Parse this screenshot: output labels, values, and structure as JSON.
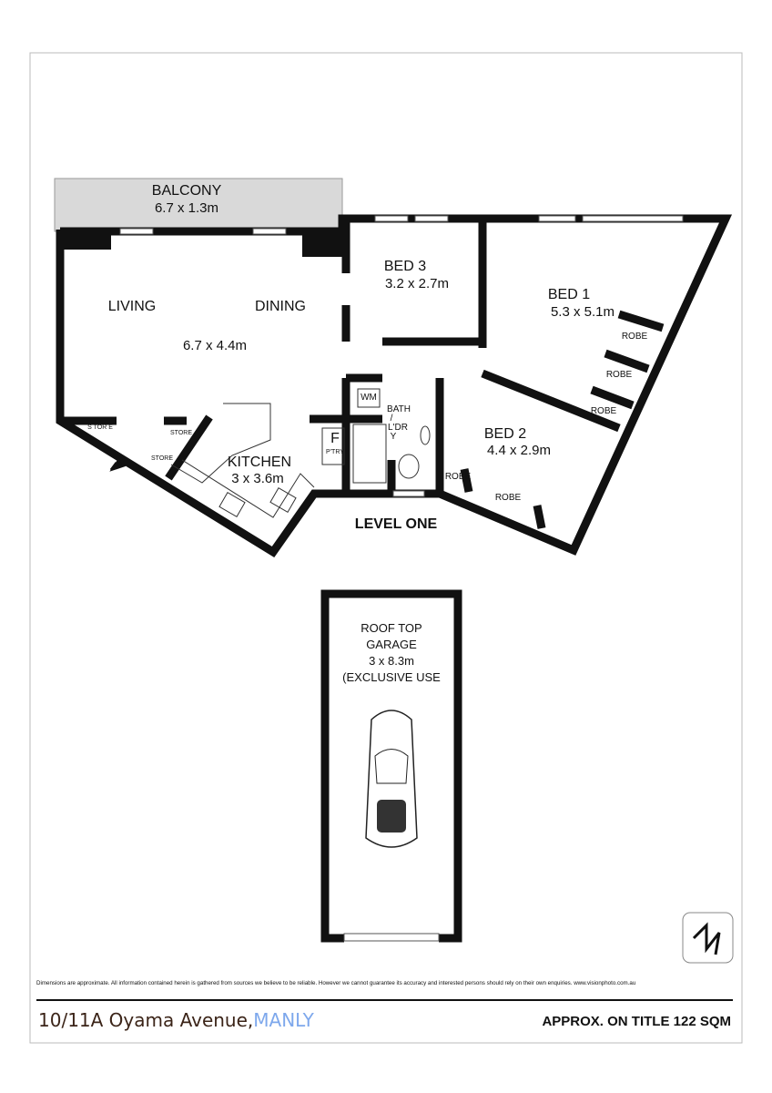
{
  "level_label": "LEVEL ONE",
  "rooms": {
    "balcony": {
      "name": "BALCONY",
      "dims": "6.7 x 1.3m"
    },
    "living": {
      "name": "LIVING"
    },
    "dining": {
      "name": "DINING"
    },
    "living_dining_dims": "6.7 x 4.4m",
    "bed3": {
      "name": "BED 3",
      "dims": "3.2 x 2.7m"
    },
    "bed1": {
      "name": "BED 1",
      "dims": "5.3 x 5.1m"
    },
    "bed2": {
      "name": "BED 2",
      "dims": "4.4 x 2.9m"
    },
    "kitchen": {
      "name": "KITCHEN",
      "dims": "3 x 3.6m"
    },
    "robe": "ROBE",
    "store": "STORE",
    "store_split": "S TOR E",
    "fridge": "F",
    "pantry": "P'TRY",
    "wm": "WM",
    "bath_l1": "BATH",
    "bath_l2": "/",
    "bath_l3": "L'DR",
    "bath_l4": "Y"
  },
  "garage": {
    "line1": "ROOF TOP",
    "line2": "GARAGE",
    "line3": "3 x 8.3m",
    "line4": "(EXCLUSIVE USE"
  },
  "footer": {
    "disclaimer": "Dimensions are approximate. All information contained herein is gathered from sources we believe to be reliable. However we cannot guarantee its accuracy and interested persons should rely on their own enquiries. www.visionphoto.com.au",
    "address": "10/11A Oyama Avenue,",
    "suburb": "MANLY",
    "area": "APPROX. ON TITLE 122 SQM"
  },
  "colors": {
    "suburb": "#7ea8ec",
    "address": "#3b2418",
    "balcony": "#d9d9d9"
  },
  "icons": {
    "compass": "north-arrow-icon",
    "entry": "entry-arrow-icon"
  }
}
